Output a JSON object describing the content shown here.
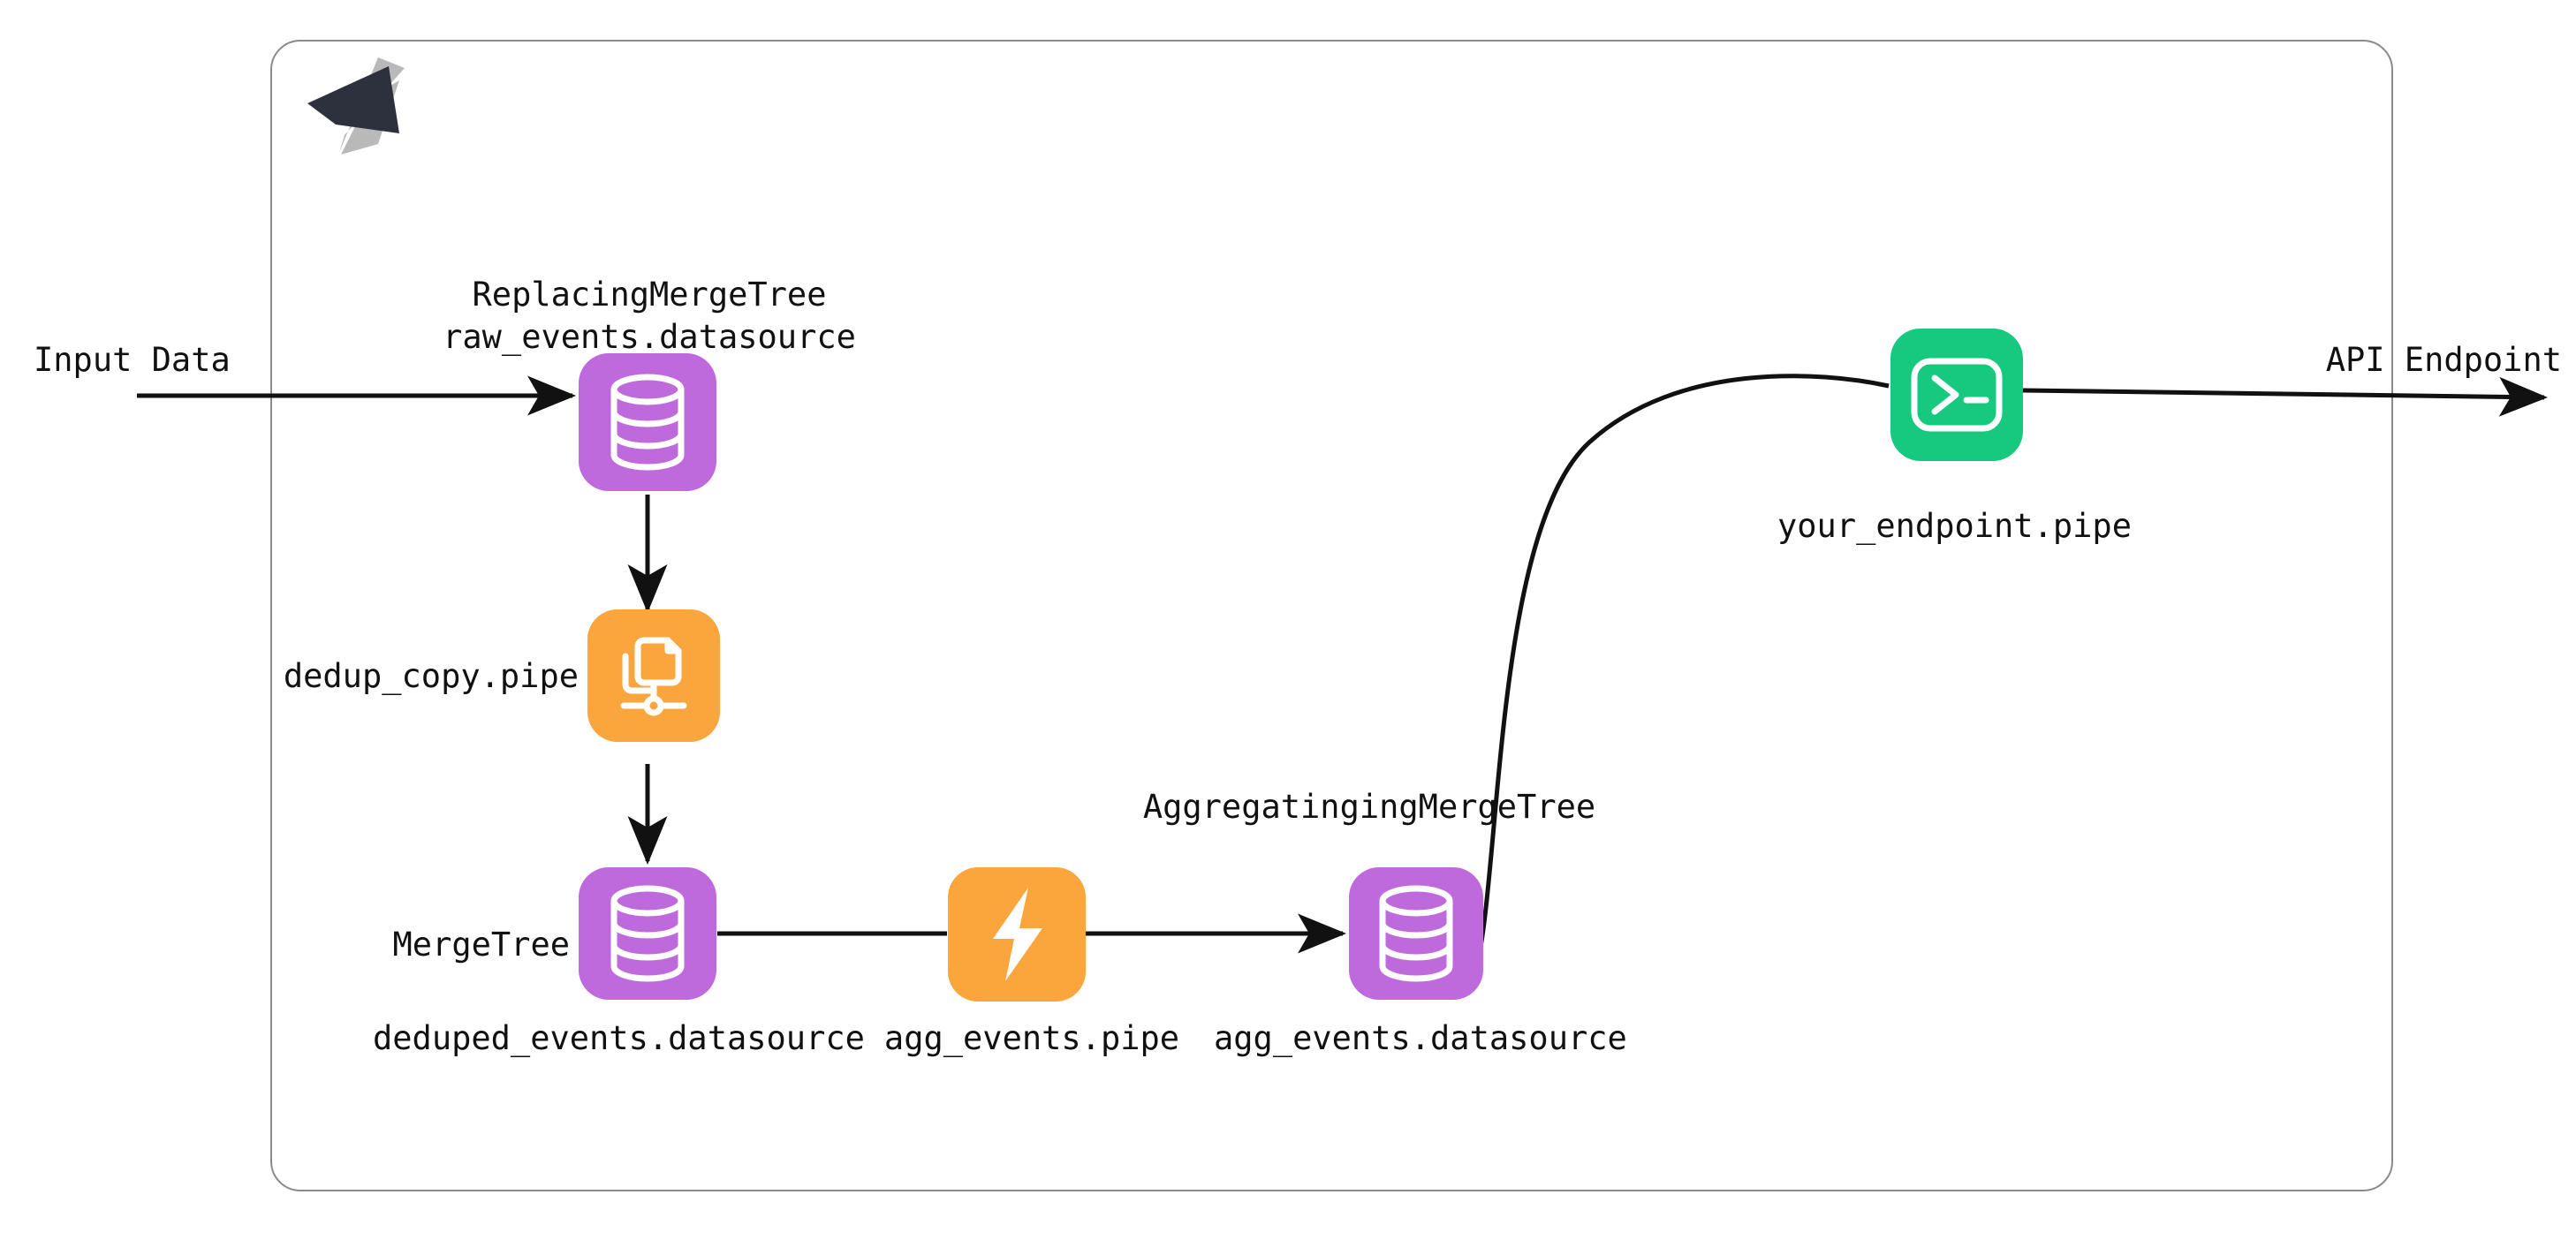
{
  "diagram": {
    "title": "Tinybird data pipeline deduplication architecture",
    "brand": "tinybird-bird-logo",
    "background_color": "#ffffff",
    "container_border_color": "#8a8a8a",
    "arrow_color": "#111111",
    "colors": {
      "datasource_purple": "#bf6adc",
      "pipe_orange": "#faa63c",
      "endpoint_green": "#16c97f",
      "logo_dark": "#2d313e",
      "logo_light": "#b9b9b9",
      "icon_glyph": "#ffffff"
    },
    "edge_labels": {
      "input": "Input Data",
      "output": "API Endpoint"
    },
    "nodes": [
      {
        "id": "raw-events",
        "kind": "datasource",
        "icon": "database-icon",
        "engine": "ReplacingMergeTree",
        "name": "raw_events.datasource",
        "color": "#bf6adc"
      },
      {
        "id": "dedup-copy",
        "kind": "copy-pipe",
        "icon": "copy-pipe-icon",
        "engine": "",
        "name": "dedup_copy.pipe",
        "color": "#faa63c"
      },
      {
        "id": "deduped-events",
        "kind": "datasource",
        "icon": "database-icon",
        "engine": "MergeTree",
        "name": "deduped_events.datasource",
        "color": "#bf6adc"
      },
      {
        "id": "agg-events-pipe",
        "kind": "materialized-pipe",
        "icon": "lightning-bolt-icon",
        "engine": "",
        "name": "agg_events.pipe",
        "color": "#faa63c"
      },
      {
        "id": "agg-events-ds",
        "kind": "datasource",
        "icon": "database-icon",
        "engine": "AggregatingingMergeTree",
        "name": "agg_events.datasource",
        "color": "#bf6adc"
      },
      {
        "id": "your-endpoint",
        "kind": "endpoint-pipe",
        "icon": "terminal-prompt-icon",
        "engine": "",
        "name": "your_endpoint.pipe",
        "color": "#16c97f"
      }
    ],
    "edges": [
      {
        "from": "input",
        "to": "raw-events",
        "style": "straight-arrow"
      },
      {
        "from": "raw-events",
        "to": "dedup-copy",
        "style": "straight-arrow"
      },
      {
        "from": "dedup-copy",
        "to": "deduped-events",
        "style": "straight-arrow"
      },
      {
        "from": "deduped-events",
        "to": "agg-events-pipe",
        "style": "straight-line"
      },
      {
        "from": "agg-events-pipe",
        "to": "agg-events-ds",
        "style": "straight-arrow"
      },
      {
        "from": "agg-events-ds",
        "to": "your-endpoint",
        "style": "curved-line"
      },
      {
        "from": "your-endpoint",
        "to": "output",
        "style": "straight-arrow"
      }
    ]
  }
}
